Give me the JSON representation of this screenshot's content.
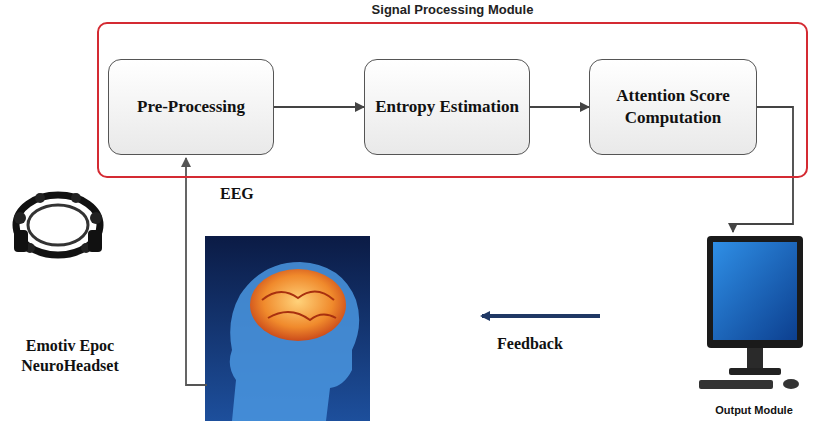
{
  "diagram": {
    "nodes": [
      {
        "text": [
          "Signal Processing Module"
        ]
      },
      {
        "text": [
          "Pre-Processing"
        ],
        "in": 0
      },
      {
        "text": [
          "Entropy Estimation"
        ],
        "in": 0
      },
      {
        "text": [
          "Attention Score Computation"
        ],
        "in": 0
      },
      {
        "text": [
          "Output Module"
        ]
      }
    ],
    "edges": [
      {
        "from": 1,
        "to": 2,
        "arrow": "to"
      },
      {
        "from": 2,
        "to": 3,
        "arrow": "to"
      },
      {
        "from": 3,
        "to": 4,
        "arrow": "to"
      }
    ],
    "labels": [
      "EEG",
      "Emotiv Epoc NeuroHeadset",
      "Feedback"
    ]
  }
}
